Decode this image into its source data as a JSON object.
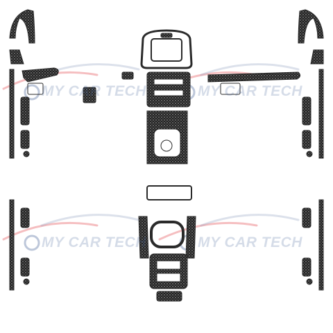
{
  "watermark": {
    "text": "MY CAR TECH",
    "text_color": "#425f96",
    "accent_color": "#e2454a",
    "count": 4
  },
  "palette": {
    "carbon_dark": "#1b1b1b",
    "carbon_light": "#5e5e5e",
    "frame": "#2a2a2a",
    "background": "#ffffff"
  },
  "parts": [
    "a-pillar-trim-left",
    "a-pillar-trim-right",
    "vent-surround-left",
    "vent-surround-right",
    "dash-strip-left",
    "dash-strip-right",
    "display-bezel",
    "radio-panel",
    "gear-shift-panel",
    "armrest-trim",
    "door-panels-front-left",
    "door-panels-front-right",
    "door-panels-rear-left",
    "door-panels-rear-right",
    "rear-console-trim"
  ]
}
